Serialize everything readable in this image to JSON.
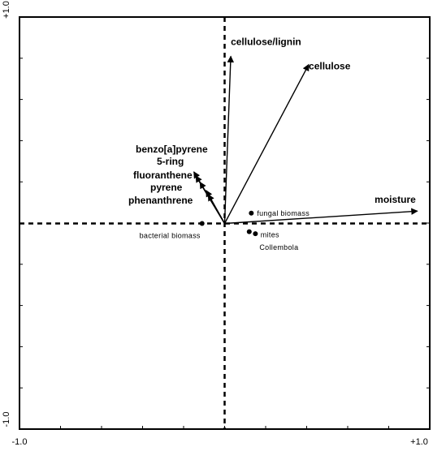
{
  "chart_data": {
    "type": "scatter",
    "title": "",
    "xlabel": "",
    "ylabel": "",
    "xlim": [
      -1.0,
      1.0
    ],
    "ylim": [
      -1.0,
      1.0
    ],
    "grid": false,
    "axis_labels": {
      "x_min": "-1.0",
      "x_max": "+1.0",
      "y_min": "-1.0",
      "y_max": "+1.0"
    },
    "arrows": [
      {
        "label": "cellulose/lignin",
        "x": 0.03,
        "y": 0.81
      },
      {
        "label": "cellulose",
        "x": 0.41,
        "y": 0.77
      },
      {
        "label": "moisture",
        "x": 0.94,
        "y": 0.06
      },
      {
        "label": "benzo[a]pyrene",
        "x": -0.15,
        "y": 0.25
      },
      {
        "label": "5-ring",
        "x": -0.14,
        "y": 0.23
      },
      {
        "label": "fluoranthene",
        "x": -0.12,
        "y": 0.2
      },
      {
        "label": "pyrene",
        "x": -0.09,
        "y": 0.16
      },
      {
        "label": "phenanthrene",
        "x": -0.08,
        "y": 0.14
      }
    ],
    "points": [
      {
        "label": "fungal biomass",
        "x": 0.13,
        "y": 0.05
      },
      {
        "label": "bacterial biomass",
        "x": -0.11,
        "y": 0.0
      },
      {
        "label": "mites",
        "x": 0.12,
        "y": -0.04
      },
      {
        "label": "Collembola",
        "x": 0.15,
        "y": -0.05
      }
    ]
  }
}
